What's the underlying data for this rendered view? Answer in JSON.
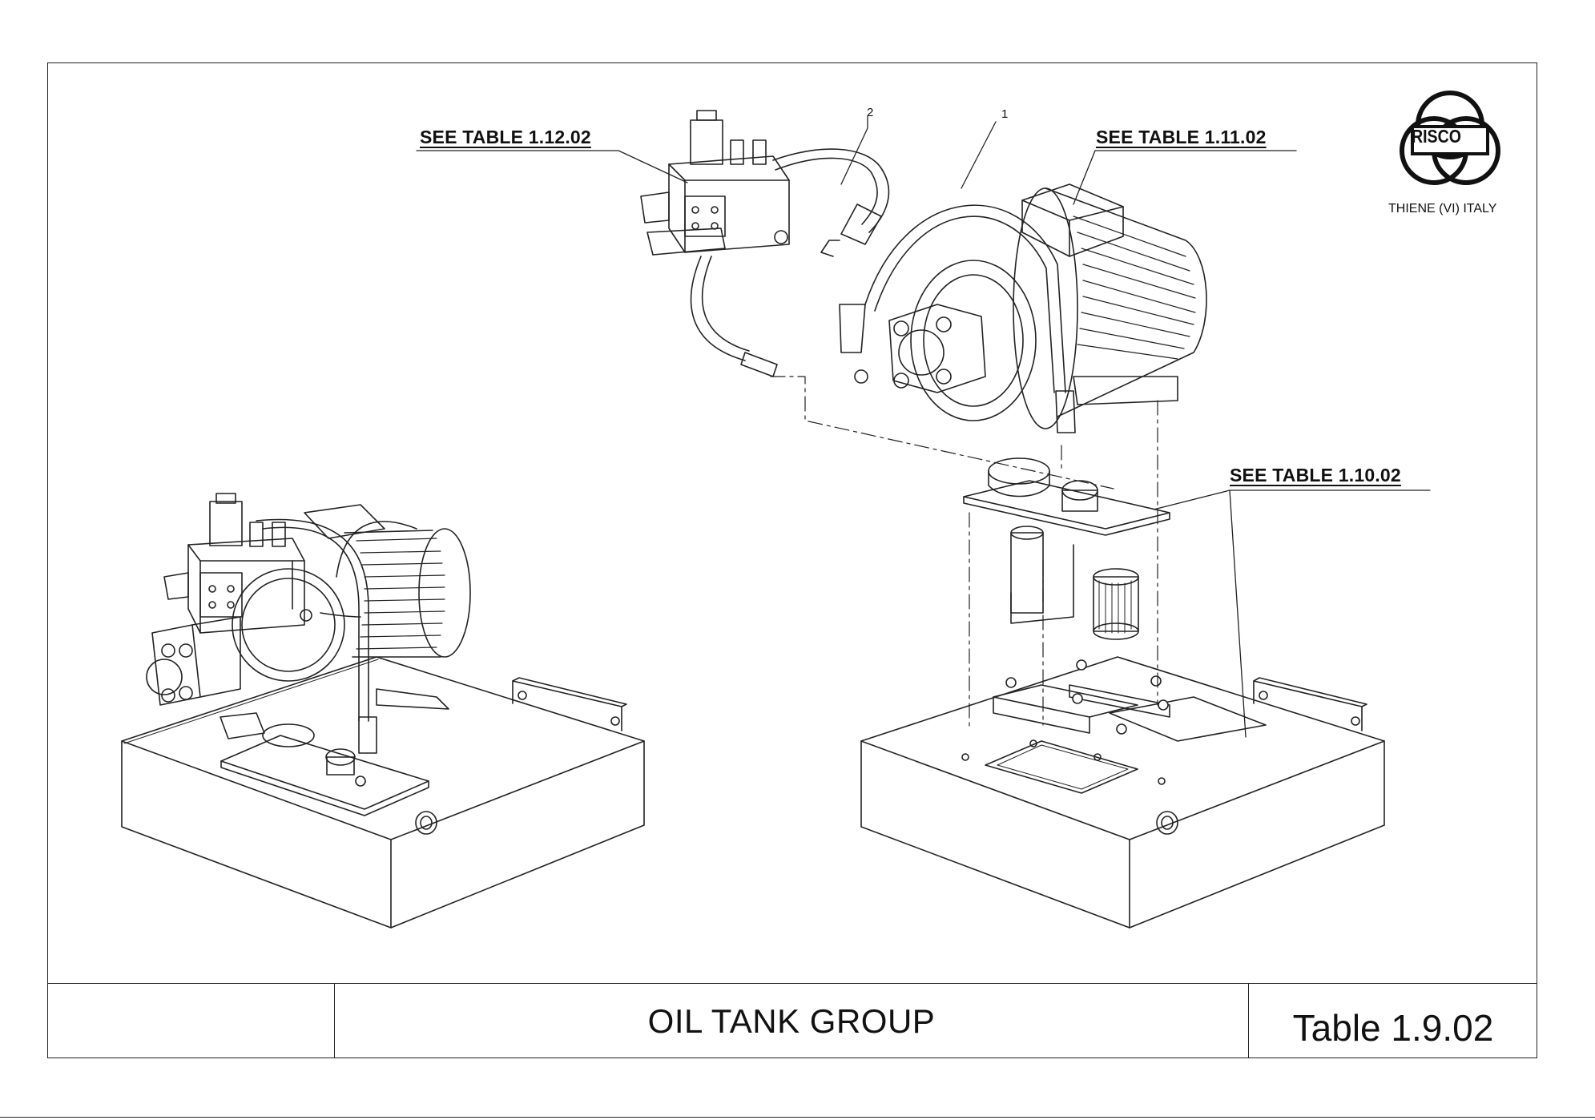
{
  "callouts": {
    "table_1_12_02": "SEE TABLE 1.12.02",
    "table_1_11_02": "SEE TABLE 1.11.02",
    "table_1_10_02": "SEE TABLE 1.10.02"
  },
  "item_numbers": {
    "item1": "1",
    "item2": "2"
  },
  "logo": {
    "brand": "RISCO",
    "location": "THIENE (VI) ITALY"
  },
  "title_block": {
    "title": "OIL TANK GROUP",
    "table_number": "Table 1.9.02"
  }
}
